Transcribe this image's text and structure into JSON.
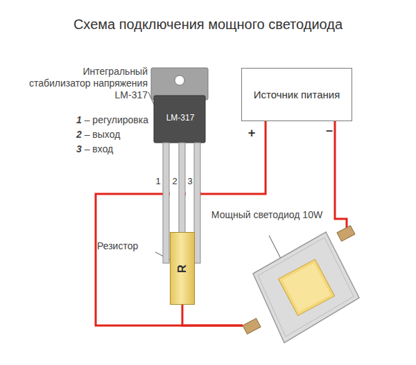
{
  "diagram": {
    "title": "Схема подключения мощного светодиода",
    "nodes": [
      {
        "text": [
          "LM-317"
        ]
      },
      {
        "text": [
          "Источник питания"
        ]
      },
      {
        "text": [
          "R"
        ]
      },
      {
        "text": [
          "Мощный светодиод 10W"
        ]
      }
    ],
    "edges": [
      {
        "from": 1,
        "to": 0,
        "arrow": "none"
      },
      {
        "from": 0,
        "to": 2,
        "arrow": "none"
      },
      {
        "from": 0,
        "to": 3,
        "arrow": "none"
      },
      {
        "from": 2,
        "to": 3,
        "arrow": "none"
      },
      {
        "from": 1,
        "to": 3,
        "arrow": "none"
      }
    ],
    "labels": [
      "Интегральный стабилизатор напряжения LM-317",
      "1 – регулировка",
      "2 – выход",
      "3 – вход",
      "1",
      "2",
      "3",
      "+",
      "–",
      "Резистор"
    ]
  }
}
